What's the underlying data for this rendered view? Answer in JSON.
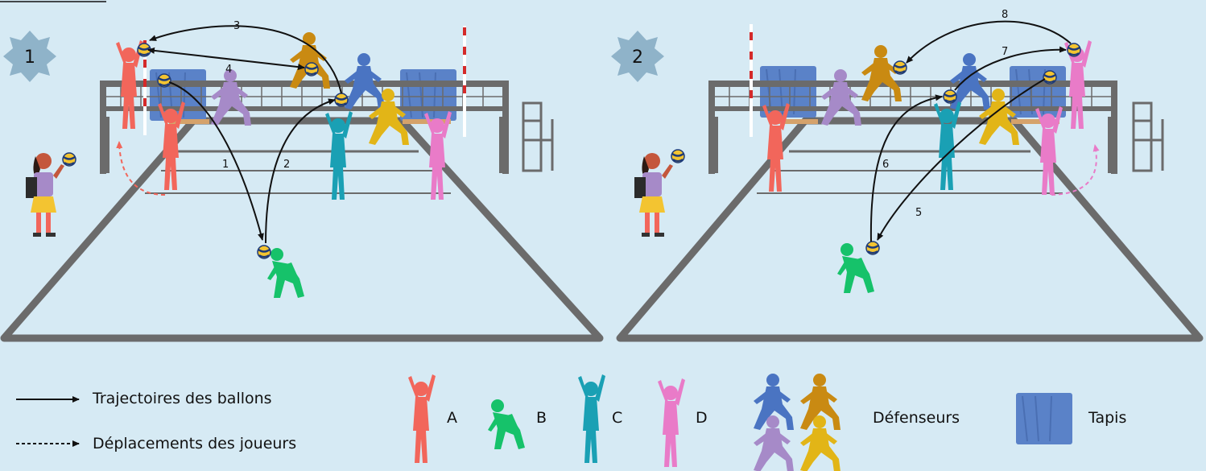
{
  "panels": [
    {
      "badge": "1",
      "paths": [
        {
          "label": "1"
        },
        {
          "label": "2"
        },
        {
          "label": "3"
        },
        {
          "label": "4"
        }
      ]
    },
    {
      "badge": "2",
      "paths": [
        {
          "label": "5"
        },
        {
          "label": "6"
        },
        {
          "label": "7"
        },
        {
          "label": "8"
        }
      ]
    }
  ],
  "legend": {
    "ball_trajectory": "Trajectoires des ballons",
    "player_movement": "Déplacements des joueurs",
    "players": [
      "A",
      "B",
      "C",
      "D"
    ],
    "defenders": "Défenseurs",
    "mat": "Tapis"
  },
  "colors": {
    "background": "#d6eaf4",
    "court": "#6b6b6b",
    "player_A": "#f2665b",
    "player_B": "#16c26a",
    "player_C": "#1aa0b4",
    "player_D": "#e97bc8",
    "defender_blue": "#4a74c2",
    "defender_orange": "#c98a12",
    "defender_purple": "#a68ac8",
    "defender_yellow": "#e2b517",
    "mat": "#5a82c8",
    "badge": "#8fb3c9"
  }
}
